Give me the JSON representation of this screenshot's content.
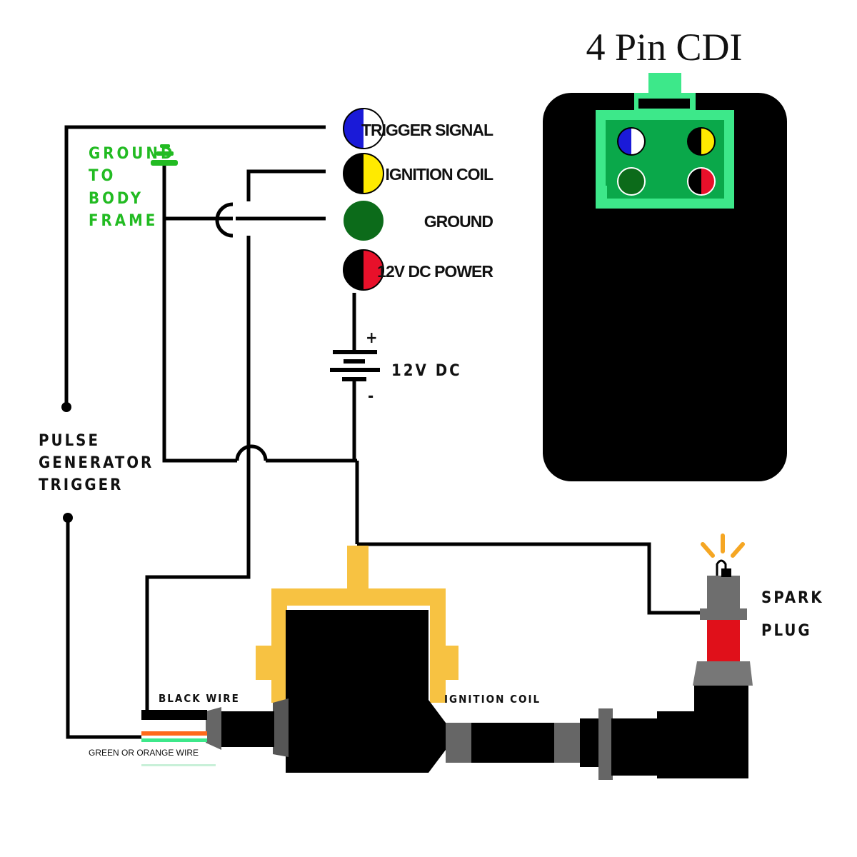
{
  "title": "4 Pin CDI",
  "pins": [
    {
      "label": "TRIGGER SIGNAL",
      "color_left": "#1a1ad8",
      "color_right": "#ffffff"
    },
    {
      "label": "IGNITION COIL",
      "color_left": "#000000",
      "color_right": "#ffea00"
    },
    {
      "label": "GROUND",
      "color_left": "#0c6b1a",
      "color_right": "#0c6b1a"
    },
    {
      "label": "12V DC POWER",
      "color_left": "#000000",
      "color_right": "#e8102a"
    }
  ],
  "ground_label": [
    "GROUND",
    "TO",
    "BODY",
    "FRAME"
  ],
  "pulse_label": [
    "PULSE",
    "GENERATOR",
    "TRIGGER"
  ],
  "battery_label": "12V DC",
  "battery_plus": "+",
  "battery_minus": "-",
  "spark_label": [
    "SPARK",
    "PLUG"
  ],
  "coil_label": "IGNITION COIL",
  "black_wire_label": "BLACK WIRE",
  "green_wire_label": "GREEN OR ORANGE WIRE",
  "colors": {
    "connector_green": "#3de88a",
    "connector_inner": "#0aa84a",
    "coil_bracket": "#f7c242",
    "spark_red": "#e0101a",
    "spark_orange": "#f5a623",
    "ground_text": "#22bb22"
  }
}
